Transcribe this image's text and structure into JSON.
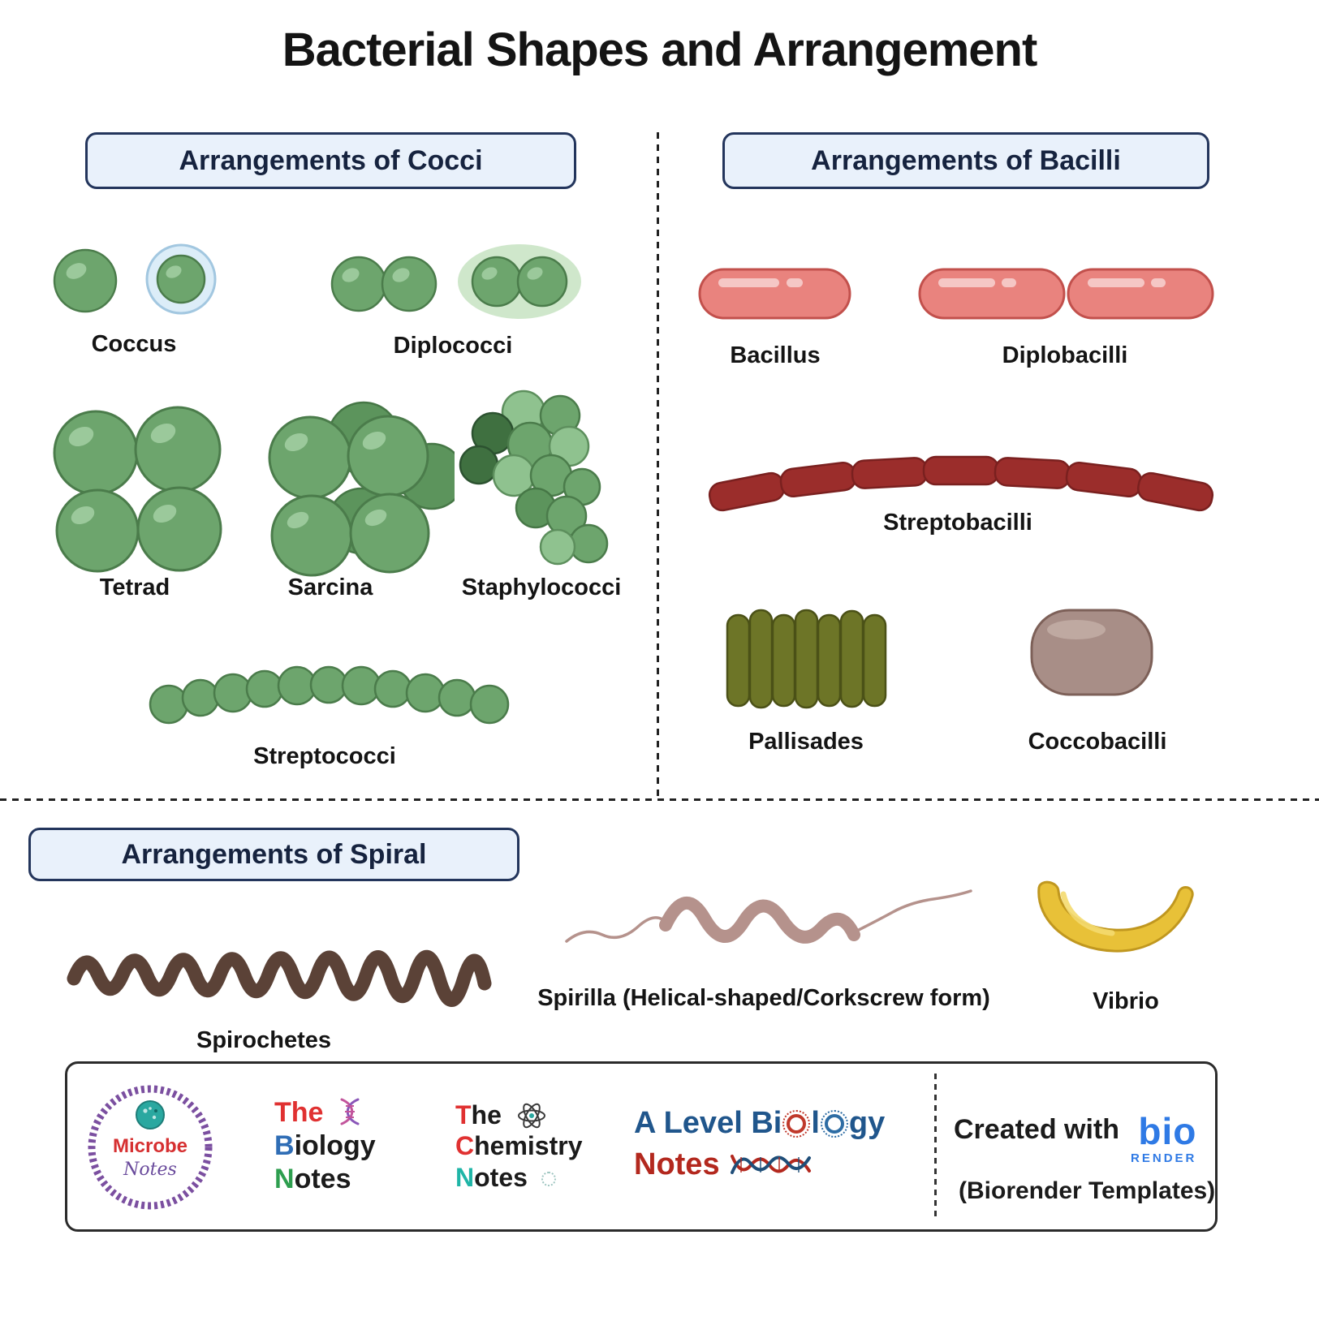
{
  "title": "Bacterial Shapes and Arrangement",
  "sections": {
    "cocci": {
      "header": "Arrangements of Cocci",
      "items": [
        {
          "label": "Coccus"
        },
        {
          "label": "Diplococci"
        },
        {
          "label": "Tetrad"
        },
        {
          "label": "Sarcina"
        },
        {
          "label": "Staphylococci"
        },
        {
          "label": "Streptococci"
        }
      ]
    },
    "bacilli": {
      "header": "Arrangements of Bacilli",
      "items": [
        {
          "label": "Bacillus"
        },
        {
          "label": "Diplobacilli"
        },
        {
          "label": "Streptobacilli"
        },
        {
          "label": "Pallisades"
        },
        {
          "label": "Coccobacilli"
        }
      ]
    },
    "spiral": {
      "header": "Arrangements of Spiral",
      "items": [
        {
          "label": "Spirochetes"
        },
        {
          "label": "Spirilla (Helical-shaped/Corkscrew form)"
        },
        {
          "label": "Vibrio"
        }
      ]
    }
  },
  "footer": {
    "microbe": {
      "line1": "Microbe",
      "line2": "Notes"
    },
    "biology": {
      "the": "The",
      "word": "Biology",
      "notes": "Notes"
    },
    "chemistry": {
      "the": "The",
      "word": "Chemistry",
      "notes": "Notes"
    },
    "alevel": {
      "part1": "A Level Bi",
      "mid": "l",
      "part2": "gy",
      "notes": "Notes"
    },
    "biorender": {
      "created": "Created with",
      "bio": "bio",
      "render": "RENDER",
      "templates": "(Biorender Templates)"
    }
  },
  "colors": {
    "cocci_green": "#6da56d",
    "cocci_green_dark": "#3f7040",
    "cocci_green_light": "#8fc28f",
    "capsule_blue": "#dcedf8",
    "bacillus_red": "#e9837e",
    "streptobacilli_red": "#9b2d2b",
    "pallisades_olive": "#6d7527",
    "coccobacilli_mauve": "#a88e87",
    "spirochetes_brown": "#5b4237",
    "spirilla_tan": "#b5928c",
    "vibrio_yellow": "#e8c138",
    "header_bg": "#e9f1fb",
    "header_border": "#23355c"
  }
}
